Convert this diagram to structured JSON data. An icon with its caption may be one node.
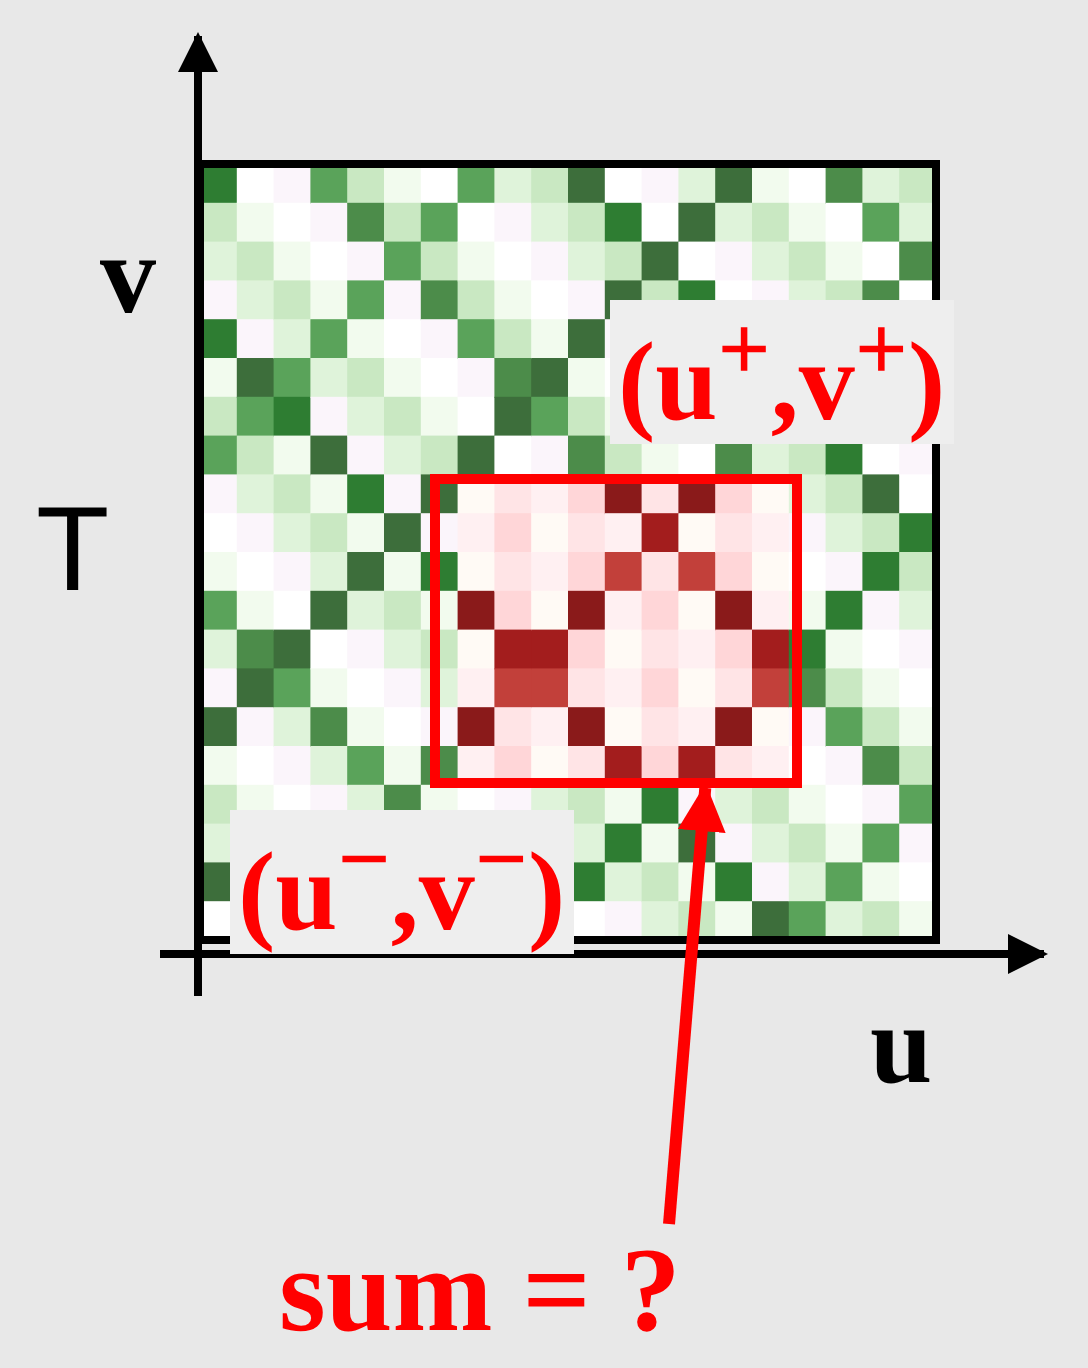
{
  "diagram": {
    "nodes": [
      {
        "text": [
          "sum = ?"
        ]
      },
      {
        "text": [],
        "shape": "box"
      }
    ],
    "edges": [
      {
        "from": 0,
        "to": 1,
        "arrow": "to"
      }
    ],
    "labels": [
      "v",
      "T",
      "(u$^{+}$,v$^{+}$)",
      "(u$^{−}$,v$^{−}$)",
      "u"
    ]
  }
}
